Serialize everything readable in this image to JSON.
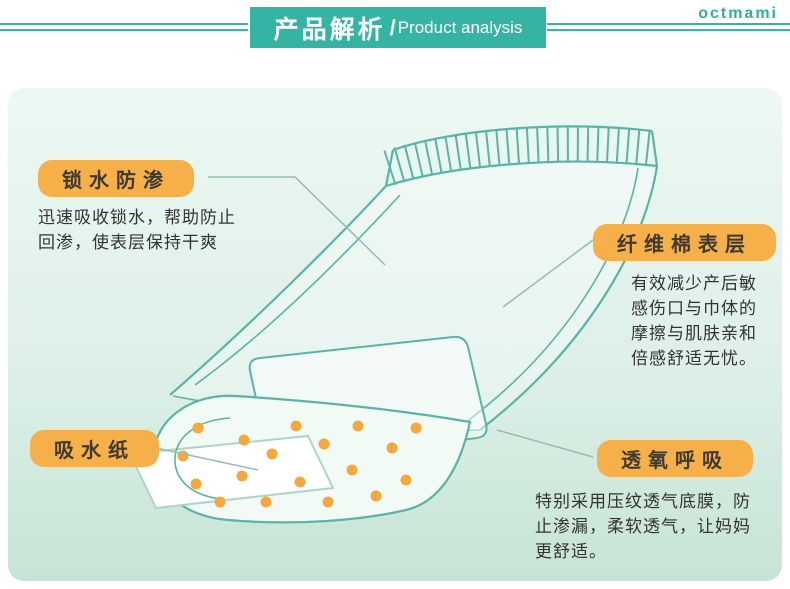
{
  "header": {
    "title_cn": "产品解析",
    "divider": "/",
    "title_en": "Product analysis",
    "logo": "octmami"
  },
  "callouts": {
    "lock_water": {
      "title": "锁水防渗",
      "desc": "迅速吸收锁水，帮助防止\n回渗，使表层保持干爽"
    },
    "fiber_surface": {
      "title": "纤维棉表层",
      "desc": "有效减少产后敏\n感伤口与巾体的\n摩擦与肌肤亲和\n倍感舒适无忧。"
    },
    "absorbent_paper": {
      "title": "吸水纸"
    },
    "breathable": {
      "title": "透氧呼吸",
      "desc": "特别采用压纹透气底膜，防\n止渗漏，柔软透气，让妈妈\n更舒适。"
    }
  },
  "colors": {
    "accent_teal": "#35b4a3",
    "drawing_teal": "#58b5a5",
    "label_orange": "#f6b04a",
    "dot_orange": "#f5a83e"
  }
}
